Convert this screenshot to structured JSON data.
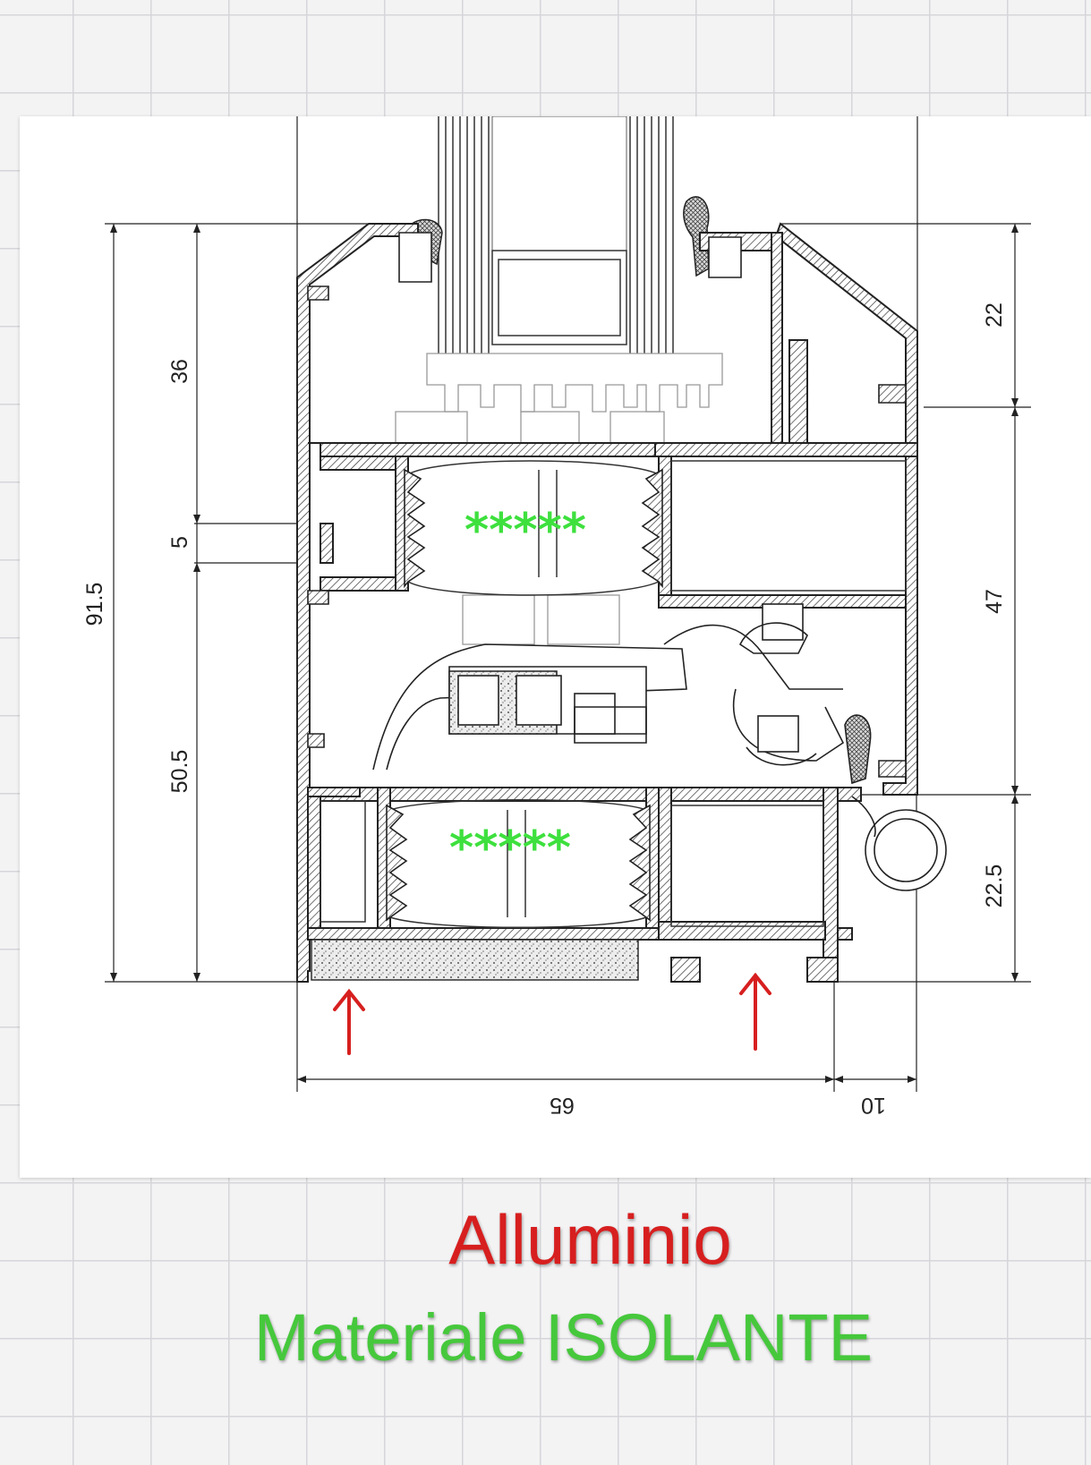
{
  "drawing": {
    "dimensions": {
      "total_height": "91.5",
      "upper_height": "36",
      "gap": "5",
      "lower_height": "50.5",
      "right_top": "22",
      "right_middle": "47",
      "right_bottom": "22.5",
      "bottom_width": "65",
      "bottom_extra": "10"
    },
    "insulation_marks": [
      "*****",
      "*****"
    ],
    "colors": {
      "line": "#222222",
      "insulation": "#3ee03e",
      "arrow": "#d71f1f"
    }
  },
  "captions": {
    "aluminium": "Alluminio",
    "insulating": "Materiale ISOLANTE"
  }
}
